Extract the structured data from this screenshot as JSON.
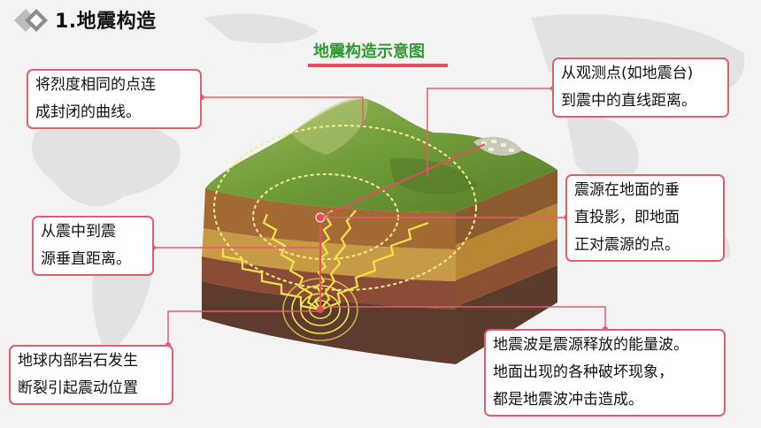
{
  "header": {
    "title": "1.地震构造"
  },
  "diagram": {
    "subtitle": "地震构造示意图"
  },
  "callouts": {
    "isoseismal": {
      "lines": [
        "将烈度相同的点连",
        "成封闭的曲线。"
      ]
    },
    "epicentral_distance": {
      "lines": [
        "从观测点(如地震台)",
        "到震中的直线距离。"
      ]
    },
    "epicenter": {
      "lines": [
        "震源在地面的垂",
        "直投影，即地面",
        "正对震源的点。"
      ]
    },
    "focal_depth": {
      "lines": [
        "从震中到震",
        "源垂直距离。"
      ]
    },
    "focus": {
      "lines": [
        "地球内部岩石发生",
        "断裂引起震动位置"
      ]
    },
    "seismic_wave": {
      "lines": [
        "地震波是震源释放的能量波。",
        "地面出现的各种破坏现象，",
        "都是地震波冲击造成。"
      ]
    }
  },
  "colors": {
    "accent": "#e45d6c",
    "title_green": "#2f9a31",
    "wave": "#f2e34a"
  }
}
